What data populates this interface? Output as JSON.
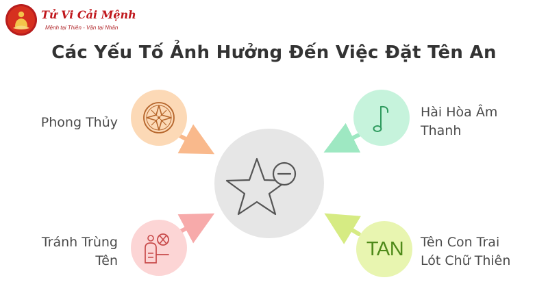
{
  "logo": {
    "name": "Tử Vi Cải Mệnh",
    "tagline": "Mệnh tại Thiên - Vận tại Nhân"
  },
  "title": "Các Yếu Tố Ảnh Hưởng Đến Việc Đặt Tên An",
  "factors": [
    {
      "id": "phong-thuy",
      "line1": "Phong Thủy",
      "line2": "",
      "icon": "compass-icon",
      "color": "#fcd9b6"
    },
    {
      "id": "hai-hoa-am-thanh",
      "line1": "Hài Hòa Âm",
      "line2": "Thanh",
      "icon": "music-note-icon",
      "color": "#c6f3dc"
    },
    {
      "id": "tranh-trung-ten",
      "line1": "Tránh Trùng",
      "line2": "Tên",
      "icon": "no-duplicate-icon",
      "color": "#fcd5d5"
    },
    {
      "id": "ten-con-trai",
      "line1": "Tên Con Trai",
      "line2": "Lót Chữ Thiên",
      "icon": "tan-text-icon",
      "icon_text": "TAN",
      "color": "#e8f5b0"
    }
  ],
  "center": {
    "icon": "star-minus-icon",
    "color": "#e6e6e6"
  }
}
